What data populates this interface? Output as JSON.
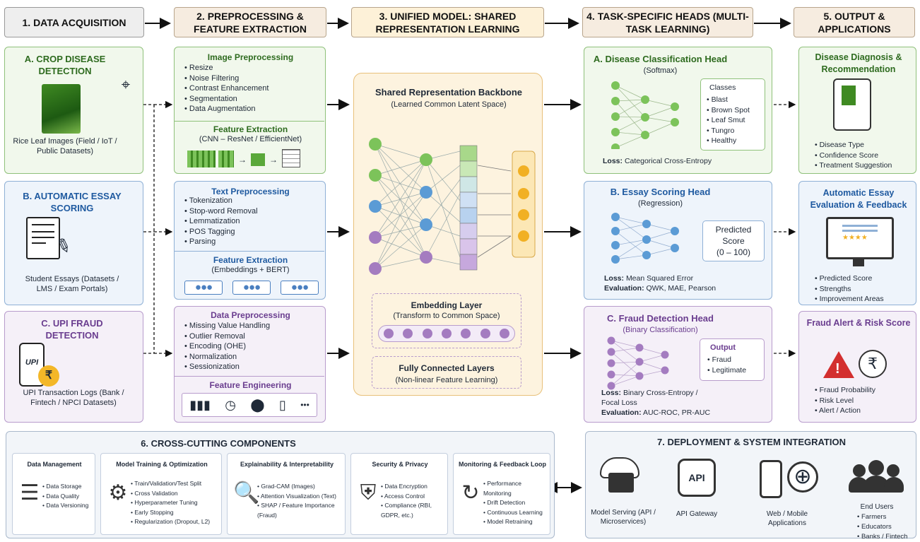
{
  "headers": [
    "1. DATA ACQUISITION",
    "2. PREPROCESSING & FEATURE EXTRACTION",
    "3. UNIFIED MODEL: SHARED REPRESENTATION LEARNING",
    "4. TASK-SPECIFIC HEADS (MULTI-TASK LEARNING)",
    "5. OUTPUT & APPLICATIONS"
  ],
  "acq": {
    "a_title": "A. CROP DISEASE DETECTION",
    "a_desc": "Rice Leaf Images (Field / IoT / Public Datasets)",
    "b_title": "B. AUTOMATIC ESSAY SCORING",
    "b_desc": "Student Essays (Datasets / LMS / Exam Portals)",
    "c_title": "C. UPI FRAUD DETECTION",
    "c_desc": "UPI Transaction Logs (Bank / Fintech / NPCI Datasets)",
    "upi": "UPI",
    "rupee": "₹"
  },
  "prep": {
    "img_title": "Image Preprocessing",
    "img_items": [
      "Resize",
      "Noise Filtering",
      "Contrast Enhancement",
      "Segmentation",
      "Data Augmentation"
    ],
    "img_fe_title": "Feature Extraction",
    "img_fe_sub": "(CNN – ResNet / EfficientNet)",
    "txt_title": "Text Preprocessing",
    "txt_items": [
      "Tokenization",
      "Stop-word Removal",
      "Lemmatization",
      "POS Tagging",
      "Parsing"
    ],
    "txt_fe_title": "Feature Extraction",
    "txt_fe_sub": "(Embeddings + BERT)",
    "data_title": "Data Preprocessing",
    "data_items": [
      "Missing Value Handling",
      "Outlier Removal",
      "Encoding (OHE)",
      "Normalization",
      "Sessionization"
    ],
    "fe_title": "Feature Engineering"
  },
  "model": {
    "title": "Shared Representation Backbone",
    "sub": "(Learned Common Latent Space)",
    "emb_title": "Embedding Layer",
    "emb_sub": "(Transform to Common Space)",
    "fc_title": "Fully Connected Layers",
    "fc_sub": "(Non-linear Feature Learning)"
  },
  "heads": {
    "a_title": "A. Disease Classification Head",
    "a_sub": "(Softmax)",
    "a_cls_title": "Classes",
    "a_classes": [
      "Blast",
      "Brown Spot",
      "Leaf Smut",
      "Tungro",
      "Healthy"
    ],
    "a_loss_label": "Loss:",
    "a_loss": "Categorical Cross-Entropy",
    "b_title": "B. Essay Scoring Head",
    "b_sub": "(Regression)",
    "b_box1": "Predicted",
    "b_box2": "Score",
    "b_box3": "(0 – 100)",
    "b_loss_label": "Loss:",
    "b_loss": "Mean Squared Error",
    "b_eval_label": "Evaluation:",
    "b_eval": "QWK, MAE, Pearson",
    "c_title": "C. Fraud Detection Head",
    "c_sub": "(Binary Classification)",
    "c_out_title": "Output",
    "c_out": [
      "Fraud",
      "Legitimate"
    ],
    "c_loss_label": "Loss:",
    "c_loss": "Binary Cross-Entropy / Focal Loss",
    "c_eval_label": "Evaluation:",
    "c_eval": "AUC-ROC, PR-AUC"
  },
  "outputs": {
    "a_title": "Disease Diagnosis & Recommendation",
    "a_items": [
      "Disease Type",
      "Confidence Score",
      "Treatment Suggestion"
    ],
    "b_title": "Automatic Essay Evaluation & Feedback",
    "b_items": [
      "Predicted Score",
      "Strengths",
      "Improvement Areas"
    ],
    "stars": "★★★★",
    "c_title": "Fraud Alert & Risk Score",
    "c_items": [
      "Fraud Probability",
      "Risk Level",
      "Alert / Action"
    ],
    "rupee": "₹"
  },
  "cross": {
    "title": "6. CROSS-CUTTING COMPONENTS",
    "cols": [
      {
        "title": "Data Management",
        "items": [
          "Data Storage",
          "Data Quality",
          "Data Versioning"
        ]
      },
      {
        "title": "Model Training & Optimization",
        "items": [
          "Train/Validation/Test Split",
          "Cross Validation",
          "Hyperparameter Tuning",
          "Early Stopping",
          "Regularization (Dropout, L2)"
        ]
      },
      {
        "title": "Explainability & Interpretability",
        "items": [
          "Grad-CAM (Images)",
          "Attention Visualization (Text)",
          "SHAP / Feature Importance (Fraud)"
        ]
      },
      {
        "title": "Security & Privacy",
        "items": [
          "Data Encryption",
          "Access Control",
          "Compliance (RBI, GDPR, etc.)"
        ]
      },
      {
        "title": "Monitoring & Feedback Loop",
        "items": [
          "Performance Monitoring",
          "Drift Detection",
          "Continuous Learning",
          "Model Retraining"
        ]
      }
    ]
  },
  "deploy": {
    "title": "7. DEPLOYMENT & SYSTEM INTEGRATION",
    "serving": "Model Serving (API / Microservices)",
    "api_icon": "API",
    "gateway": "API Gateway",
    "apps": "Web / Mobile Applications",
    "users": "End Users",
    "user_items": [
      "Farmers",
      "Educators",
      "Banks / Fintech"
    ]
  },
  "colors": {
    "green": "#8fc17a",
    "blue": "#8fb0d6",
    "purple": "#b89ccc",
    "header": "#f6ece0",
    "model": "#fdf3df"
  }
}
